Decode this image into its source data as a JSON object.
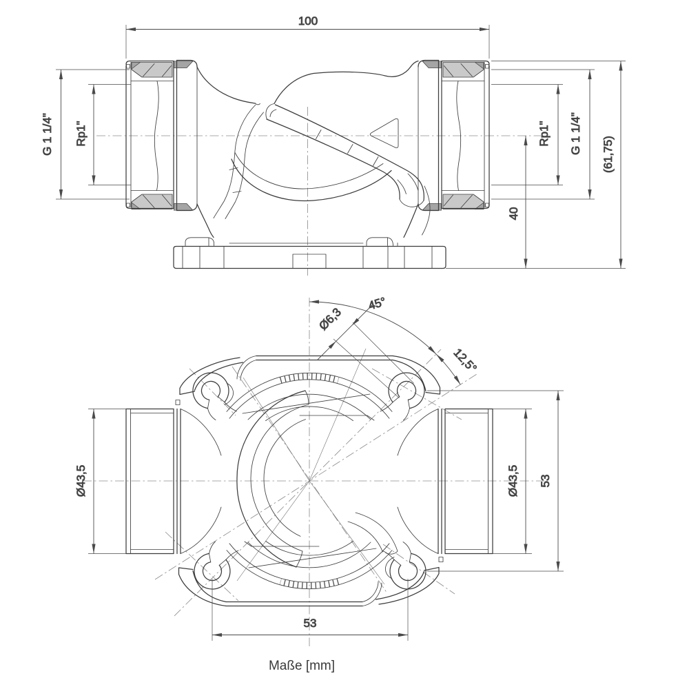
{
  "page": {
    "background": "#ffffff",
    "caption": "Maße [mm]"
  },
  "colors": {
    "line": "#3c3c3c",
    "dimension": "#4a4a4a",
    "thread_light": "#c9c9c9",
    "thread_dark": "#a5a5a5",
    "centerline": "#8f8f8f"
  },
  "front_view": {
    "dims": {
      "width_total": "100",
      "left_outer_thread": "G 1 1/4\"",
      "left_inner_thread": "Rp1\"",
      "right_inner_thread": "Rp1\"",
      "right_outer_thread": "G 1 1/4\"",
      "total_height": "(61,75)",
      "axis_to_base": "40"
    }
  },
  "bottom_view": {
    "dims": {
      "swivel_angle": "45°",
      "hole_diameter": "Ø6,3",
      "offset_angle": "12,5°",
      "left_port_diameter": "Ø43,5",
      "right_port_diameter": "Ø43,5",
      "hole_spacing_vertical": "53",
      "hole_spacing_horizontal": "53"
    }
  }
}
